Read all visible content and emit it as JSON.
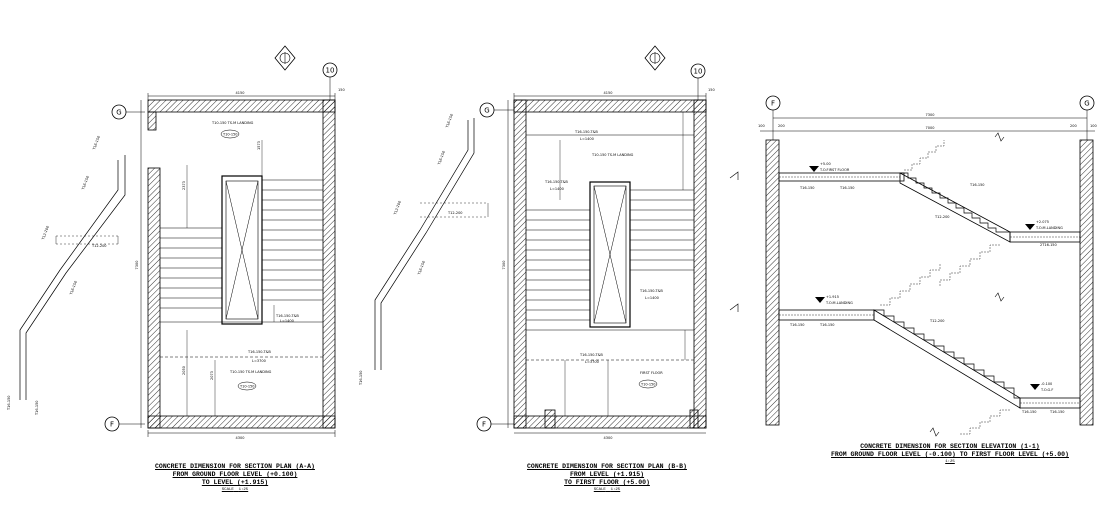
{
  "grid_labels": {
    "g": "G",
    "f": "F",
    "ten": "10"
  },
  "plan_a": {
    "dim_top": "4150",
    "dim_bottom": "4300",
    "dim_right_top": "150",
    "dim_left": "7300",
    "dim_inner_top": "1573",
    "dim_inner_mid": "2373",
    "dim_inner_low": "2050",
    "dim_inner_bot": "2073",
    "label_top": "T10-150 TS.M LANDING",
    "label_top_box": "T10-150",
    "label_mid": "T16-150-T&B",
    "label_mid_len": "L=1400",
    "label_low": "T16-150-T&B",
    "label_low_len": "L=3700",
    "label_bot": "T10-150 TS.M LANDING",
    "label_bot_box": "T10-150",
    "side_labels": [
      "T16-150",
      "T16-150",
      "T12-200",
      "T12-200",
      "T16-150",
      "T16-150",
      "T16-150"
    ],
    "caption_line1": "CONCRETE DIMENSION FOR SECTION PLAN (A-A)",
    "caption_line2": "FROM GROUND FLOOR LEVEL (+0.100)",
    "caption_line3": "TO LEVEL (+1.915)",
    "caption_scale": "SCALE",
    "caption_ratio": "1:25"
  },
  "plan_b": {
    "dim_top": "4150",
    "dim_bottom": "4300",
    "dim_right_top": "150",
    "dim_left": "7300",
    "label_top": "T16-150-T&B",
    "label_top_len": "L=1400",
    "label_landing": "T10-150 TS.M LANDING",
    "label_mid": "T16-150-T&B",
    "label_mid_len": "L=1400",
    "label_mid2": "T16-150-T&B",
    "label_mid2_len": "L=1400",
    "label_low": "T16-150-T&B",
    "label_low_len": "L=3700",
    "label_bot": "FIRST FLOOR",
    "label_bot_box": "T10-150",
    "side_labels": [
      "T16-150",
      "T16-150",
      "T12-200",
      "T12-200",
      "T16-150",
      "T16-150"
    ],
    "caption_line1": "CONCRETE DIMENSION FOR SECTION PLAN (B-B)",
    "caption_line2": "FROM LEVEL (+1.915)",
    "caption_line3": "TO FIRST FLOOR (+5.00)",
    "caption_scale": "SCALE",
    "caption_ratio": "1:25"
  },
  "elevation": {
    "dim_top": "7300",
    "dim_inner": "7000",
    "dim_left": "100",
    "dim_left2": "200",
    "dim_right": "200",
    "dim_right2": "100",
    "level_first": "+5.00",
    "level_first_name": "T.O.FIRST FLOOR",
    "level_mid": "+2.075",
    "level_mid_name": "T.O.M.LANDING",
    "level_low": "+1.915",
    "level_low_name": "T.O.M.LANDING",
    "level_ground": "-0.100",
    "level_ground_name": "T.O.G.F",
    "bar_labels": [
      "T16-150",
      "T16-150",
      "T16-150",
      "2T16-150",
      "T12-200",
      "T16-150",
      "T16-150",
      "T12-200",
      "T16-150",
      "T16-150"
    ],
    "caption_line1": "CONCRETE DIMENSION FOR SECTION ELEVATION (1-1)",
    "caption_line2": "FROM GROUND FLOOR LEVEL (-0.100) TO FIRST FLOOR LEVEL (+5.00)",
    "caption_scale": "1:25"
  }
}
